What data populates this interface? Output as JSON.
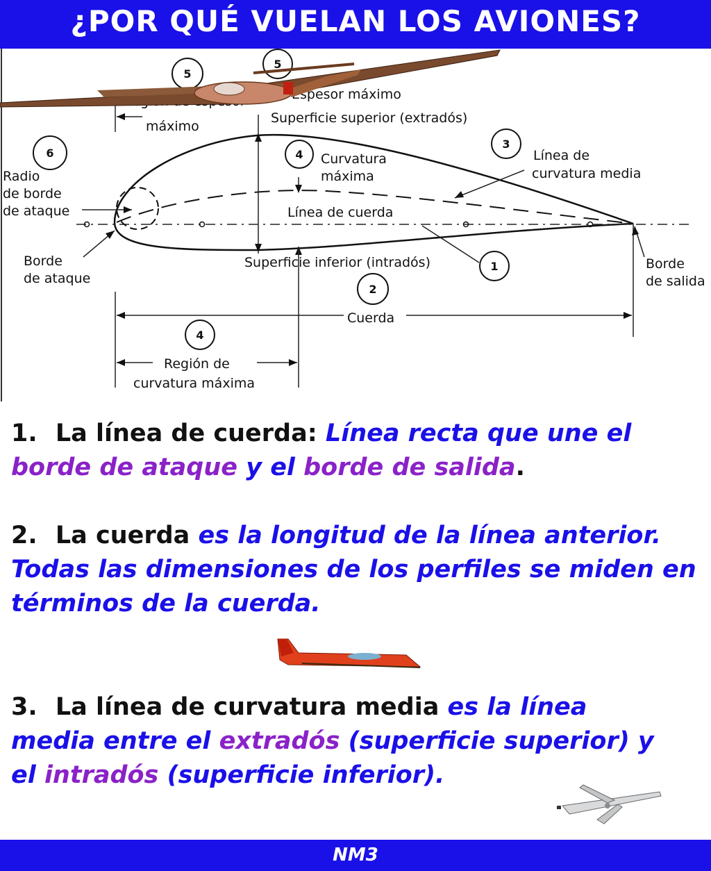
{
  "header": {
    "title": "¿POR QUÉ VUELAN LOS AVIONES?"
  },
  "diagram": {
    "labels": {
      "region_espesor": "Región de espesor",
      "maximo": "máximo",
      "espesor_maximo": "Espesor máximo",
      "superficie_superior": "Superficie superior (extradós)",
      "curvatura": "Curvatura",
      "maxima": "máxima",
      "linea_de": "Línea de",
      "curvatura_media": "curvatura media",
      "radio": "Radio",
      "de_borde": "de borde",
      "de_ataque": "de ataque",
      "linea_de_cuerda": "Línea de cuerda",
      "borde": "Borde",
      "borde_de_ataque_2": "de ataque",
      "superficie_inferior": "Superficie inferior (intradós)",
      "borde_salida_1": "Borde",
      "borde_salida_2": "de salida",
      "cuerda": "Cuerda",
      "region_de": "Región de",
      "curvatura_maxima": "curvatura máxima"
    },
    "numbers": {
      "n1": "1",
      "n2": "2",
      "n3": "3",
      "n4a": "4",
      "n4b": "4",
      "n5a": "5",
      "n5b": "5",
      "n6": "6"
    }
  },
  "items": [
    {
      "num": "1.",
      "lead": "La línea de cuerda:",
      "p1": "Línea recta que une el",
      "p2": "borde de ataque",
      "p3": "y el",
      "p4": "borde de salida",
      "p5": "."
    },
    {
      "num": "2.",
      "lead": "La cuerda",
      "p1": "es la longitud de la línea anterior. Todas las dimensiones de los perfiles se miden en términos de la cuerda."
    },
    {
      "num": "3.",
      "lead": "La línea de curvatura media",
      "p1": "es la línea media entre el",
      "p2": "extradós",
      "p3": "(superficie superior) y el",
      "p4": "intradós",
      "p5": "(superficie inferior)."
    }
  ],
  "footer": {
    "text": "NM3"
  },
  "colors": {
    "bar_blue": "#1a10e8",
    "text_blue": "#1a10e8",
    "text_purple": "#8a22c8"
  }
}
